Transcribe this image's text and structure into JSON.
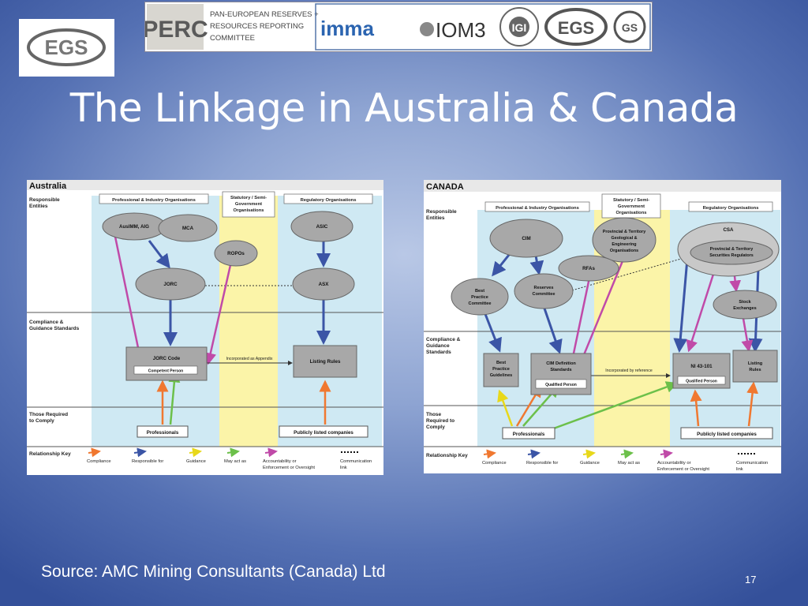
{
  "slide": {
    "title": "The Linkage in Australia & Canada",
    "source": "Source: AMC Mining Consultants (Canada) Ltd",
    "page_number": "17"
  },
  "logos": {
    "egs": "EGS",
    "perc": "PERC",
    "perc_text": [
      "PAN-EUROPEAN RESERVES +",
      "RESOURCES REPORTING",
      "COMMITTEE"
    ],
    "imma": "imma",
    "iom3": "IOM3",
    "igi": "IGI",
    "egs2": "EGS",
    "gs": "GS"
  },
  "colors": {
    "compliance": "#f07830",
    "responsible": "#3b55a6",
    "guidance": "#f2e21e",
    "may_act": "#6cc04a",
    "accountability": "#c04aa8",
    "zone_blue": "#cfe9f3",
    "zone_yellow": "#fbf4a8",
    "node_fill": "#a8a8a8"
  },
  "australia": {
    "title": "Australia",
    "row_labels": [
      "Responsible Entities",
      "Compliance & Guidance Standards",
      "Those Required to Comply",
      "Relationship Key"
    ],
    "headers": [
      "Professional & Industry Organisations",
      "Statutory / Semi-Government Organisations",
      "Regulatory Organisations"
    ],
    "nodes": {
      "ausimm": "AusIMM, AIG",
      "mca": "MCA",
      "ropos": "ROPOs",
      "jorc": "JORC",
      "asic": "ASIC",
      "asx": "ASX",
      "jorc_code": "JORC Code",
      "competent_person": "Competent Person",
      "listing_rules": "Listing Rules",
      "professionals": "Professionals",
      "public_cos": "Publicly listed companies"
    },
    "incorporated": "Incorporated as Appendix",
    "key": [
      "Compliance",
      "Responsible for",
      "Guidance",
      "May act as",
      "Accountability or",
      "Enforcement or Oversight",
      "Communication",
      "link"
    ]
  },
  "canada": {
    "title": "CANADA",
    "row_labels": [
      "Responsible Entities",
      "Compliance & Guidance Standards",
      "Those Required to Comply",
      "Relationship Key"
    ],
    "headers": [
      "Professional & Industry Organisations",
      "Statutory / Semi-Government Organisations",
      "Regulatory Organisations"
    ],
    "nodes": {
      "cim": "CIM",
      "provincial_geo": "Provincial & Territory Geological & Engineering Organisations",
      "csa": "CSA",
      "provincial_sec": "Provincial & Territory Securities Regulators",
      "rfas": "RFAs",
      "best_practice_committee": "Best Practice Committee",
      "reserves_committee": "Reserves Committee",
      "stock_exchanges": "Stock Exchanges",
      "best_practice_guidelines": "Best Practice Guidelines",
      "cim_standards": "CIM Definition Standards",
      "qualified_person": "Qualified Person",
      "ni43": "NI 43-101",
      "qualified_person2": "Qualified Person",
      "listing_rules": "Listing Rules",
      "professionals": "Professionals",
      "public_cos": "Publicly listed companies"
    },
    "incorporated": "Incorporated by reference",
    "key": [
      "Compliance",
      "Responsible for",
      "Guidance",
      "May act as",
      "Accountability or",
      "Enforcement or Oversight",
      "Communication",
      "link"
    ]
  }
}
